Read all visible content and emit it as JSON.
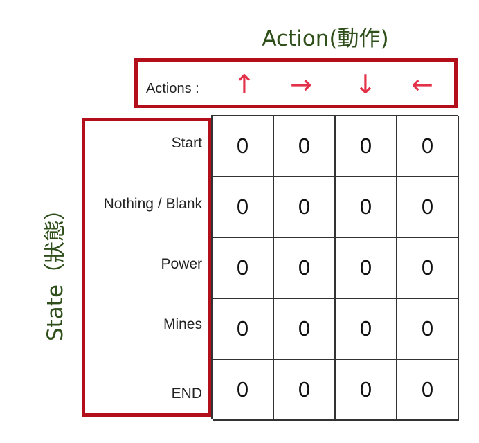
{
  "titles": {
    "action": "Action(動作)",
    "state": "State（狀態）"
  },
  "actions": {
    "label": "Actions :",
    "arrows": [
      "↑",
      "→",
      "↓",
      "←"
    ]
  },
  "states": [
    "Start",
    "Nothing / Blank",
    "Power",
    "Mines",
    "END"
  ],
  "q_table": [
    [
      "0",
      "0",
      "0",
      "0"
    ],
    [
      "0",
      "0",
      "0",
      "0"
    ],
    [
      "0",
      "0",
      "0",
      "0"
    ],
    [
      "0",
      "0",
      "0",
      "0"
    ],
    [
      "0",
      "0",
      "0",
      "0"
    ]
  ],
  "colors": {
    "box_border": "#b30f1a",
    "arrow": "#e4314a",
    "title": "#2f4f1a"
  }
}
